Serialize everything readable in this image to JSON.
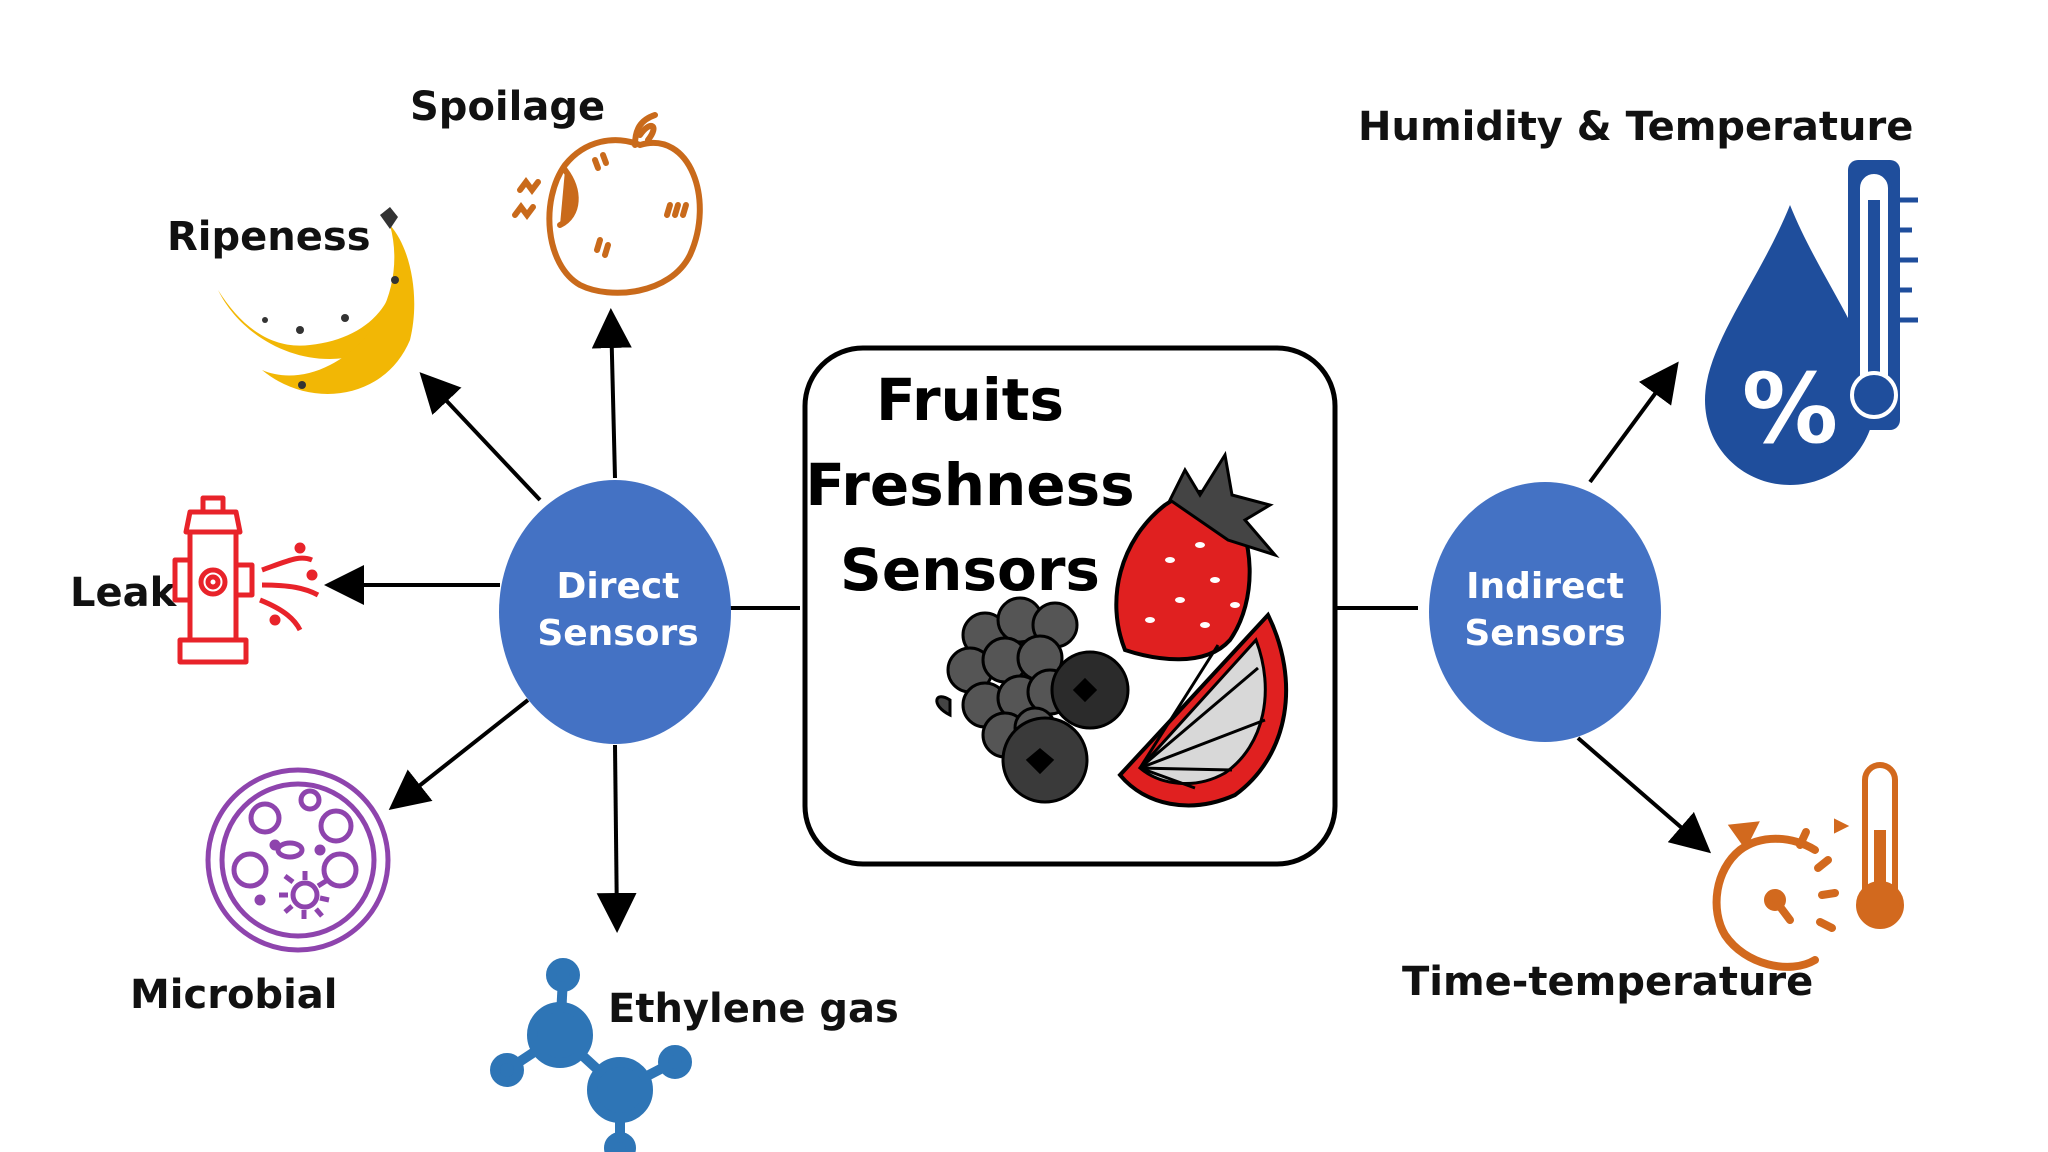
{
  "center": {
    "title_lines": [
      "Fruits",
      "Freshness",
      "Sensors"
    ]
  },
  "direct": {
    "label_lines": [
      "Direct",
      "Sensors"
    ],
    "color": "#4472c4",
    "targets": {
      "spoilage": "Spoilage",
      "ripeness": "Ripeness",
      "leak": "Leak",
      "microbial": "Microbial",
      "ethylene": "Ethylene gas"
    }
  },
  "indirect": {
    "label_lines": [
      "Indirect",
      "Sensors"
    ],
    "color": "#4472c4",
    "targets": {
      "humidity": "Humidity & Temperature",
      "time_temp": "Time-temperature"
    }
  },
  "icons": {
    "spoilage": "rotten-apple-icon",
    "ripeness": "banana-icon",
    "leak": "leaking-hydrant-icon",
    "microbial": "microbe-cell-icon",
    "ethylene": "ethylene-molecule-icon",
    "humidity": "humidity-thermometer-icon",
    "time_temp": "time-temperature-indicator-icon",
    "fruits": "mixed-fruits-icon"
  },
  "colors": {
    "spoilage": "#c96a1b",
    "ripeness": "#f2b705",
    "leak": "#e8232a",
    "microbial": "#8e44ad",
    "ethylene": "#2e75b6",
    "humidity": "#1f4e9c",
    "time_temp": "#d2691e",
    "strawberry": "#e02020"
  }
}
